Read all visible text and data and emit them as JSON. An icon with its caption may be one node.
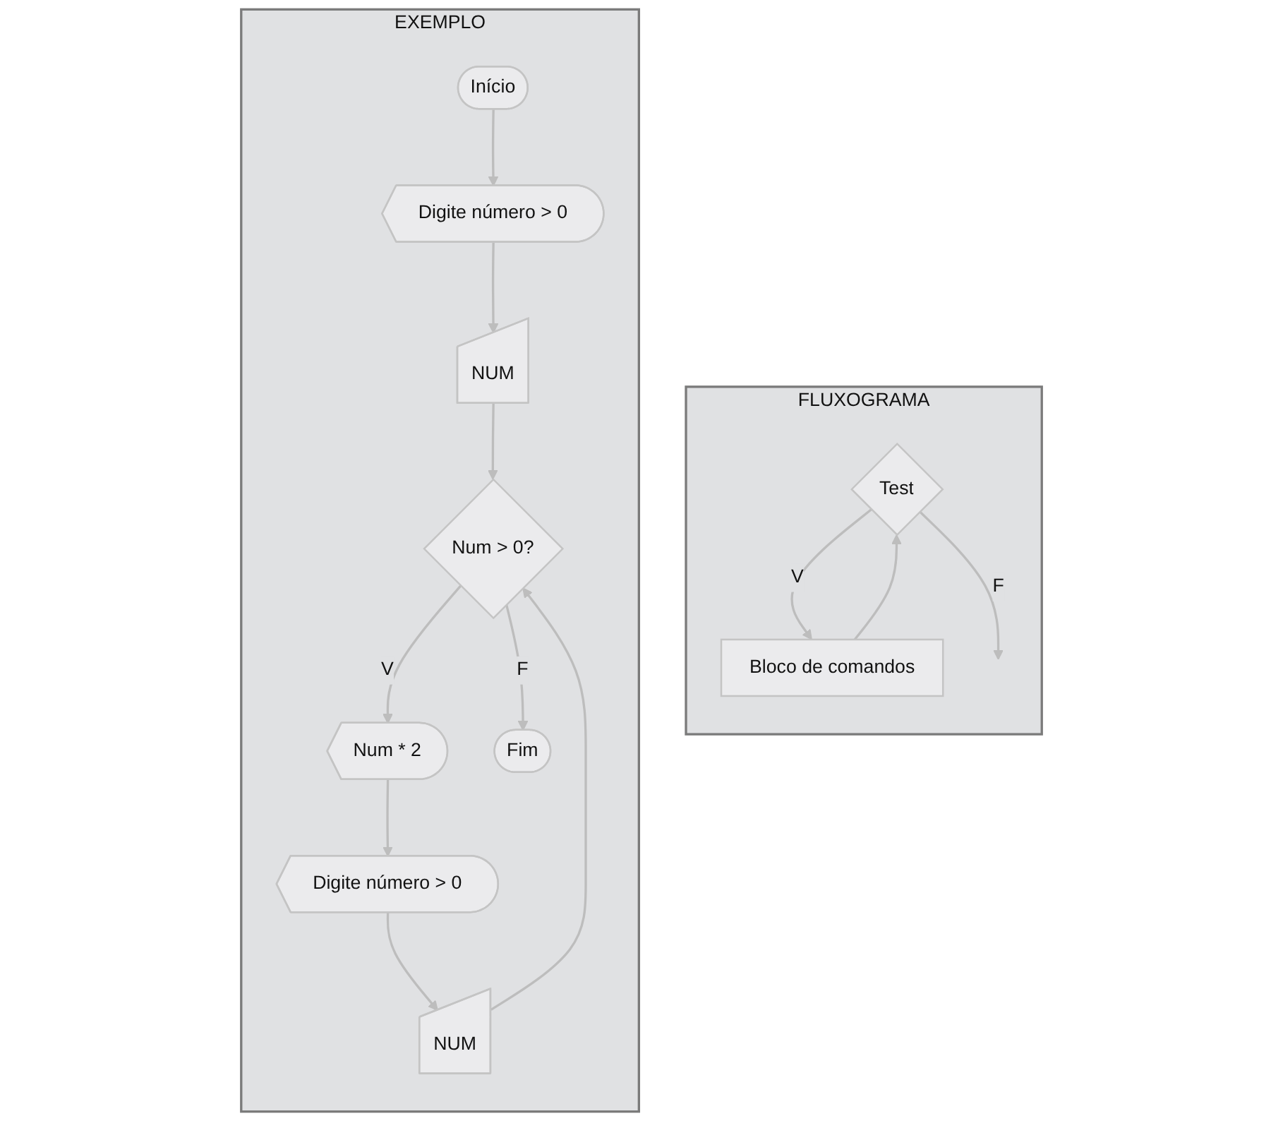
{
  "diagram": {
    "nodes": [
      {
        "text": [
          "FLUXOGRAMA"
        ]
      },
      {
        "text": [
          "Test"
        ],
        "in": 0
      },
      {
        "text": [
          "Bloco de comandos"
        ],
        "in": 0
      },
      {
        "text": [
          "EXEMPLO"
        ]
      },
      {
        "text": [
          "Início"
        ],
        "in": 3
      },
      {
        "text": [
          "Digite número > 0"
        ],
        "in": 3
      },
      {
        "text": [
          "NUM"
        ],
        "in": 3
      },
      {
        "text": [
          "Num > 0?"
        ],
        "in": 3
      },
      {
        "text": [
          "Num * 2"
        ],
        "in": 3
      },
      {
        "text": [
          "Digite número > 0"
        ],
        "in": 3
      },
      {
        "text": [
          "NUM"
        ],
        "in": 3
      },
      {
        "text": [
          "Fim"
        ],
        "in": 3
      }
    ],
    "edges": [
      {
        "from": 1,
        "to": 2,
        "label": "V",
        "arrow": "to"
      },
      {
        "from": 2,
        "to": 1,
        "arrow": "to"
      },
      {
        "from": 1,
        "to": null,
        "label": "F",
        "arrow": "to"
      },
      {
        "from": 4,
        "to": 5,
        "arrow": "to"
      },
      {
        "from": 5,
        "to": 6,
        "arrow": "to"
      },
      {
        "from": 6,
        "to": 7,
        "arrow": "to"
      },
      {
        "from": 7,
        "to": 8,
        "label": "V",
        "arrow": "to"
      },
      {
        "from": 8,
        "to": 9,
        "arrow": "to"
      },
      {
        "from": 9,
        "to": 10,
        "arrow": "to"
      },
      {
        "from": 10,
        "to": 7,
        "arrow": "to"
      },
      {
        "from": 7,
        "to": 11,
        "label": "F",
        "arrow": "to"
      }
    ]
  }
}
